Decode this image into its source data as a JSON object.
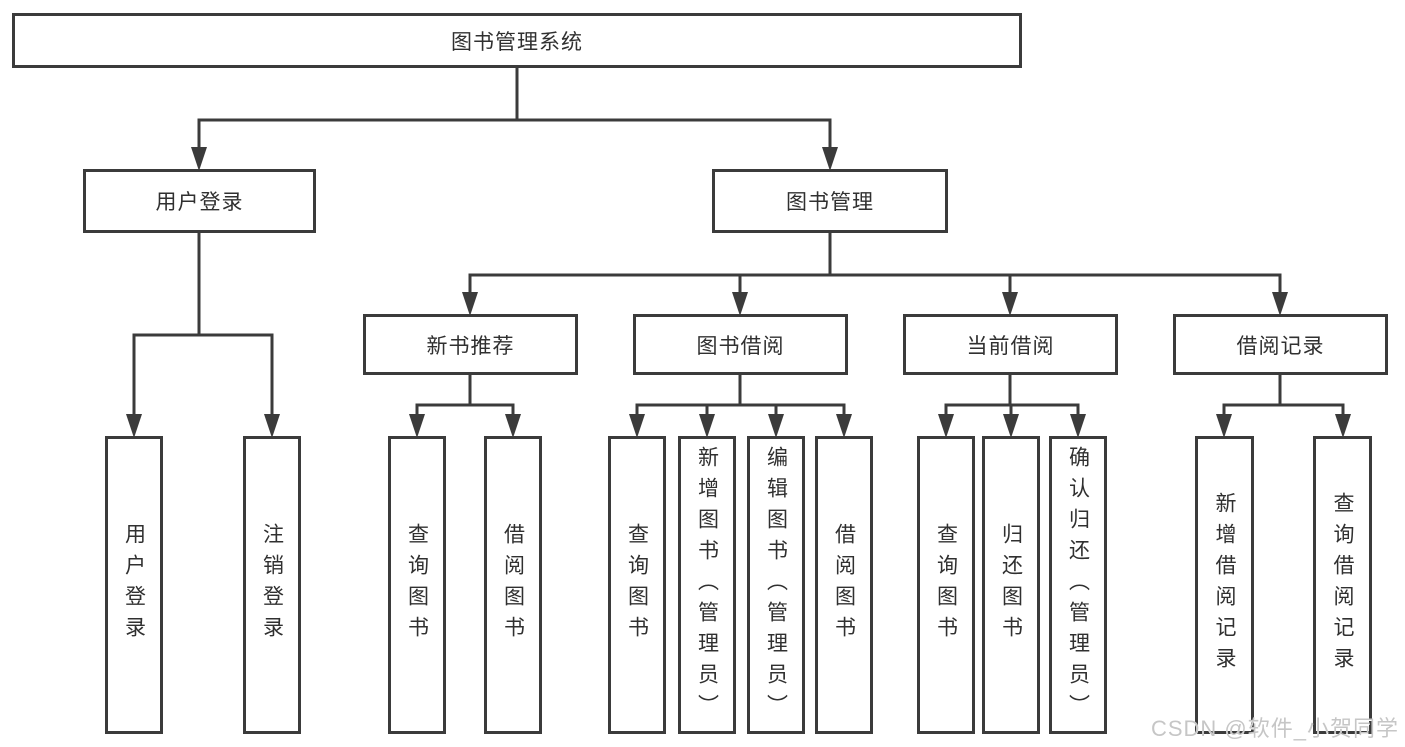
{
  "nodes": {
    "root": "图书管理系统",
    "level2": {
      "user_login": "用户登录",
      "book_management": "图书管理"
    },
    "level3": {
      "new_book_recommend": "新书推荐",
      "book_borrowing": "图书借阅",
      "current_borrowing": "当前借阅",
      "borrowing_records": "借阅记录"
    },
    "leaves": {
      "user_login": "用户登录",
      "logout": "注销登录",
      "recommend_query_books": "查询图书",
      "recommend_borrow_books": "借阅图书",
      "borrowing_query_books": "查询图书",
      "borrowing_add_books_admin": "新增图书（管理员）",
      "borrowing_edit_books_admin": "编辑图书（管理员）",
      "borrowing_borrow_books": "借阅图书",
      "current_query_books": "查询图书",
      "current_return_books": "归还图书",
      "current_confirm_return_admin": "确认归还（管理员）",
      "records_add_record": "新增借阅记录",
      "records_query_record": "查询借阅记录"
    }
  },
  "watermark": "CSDN @软件_小贺同学",
  "colors": {
    "line": "#3b3b3b",
    "text": "#303030",
    "watermark": "#c6c6c6",
    "background": "#ffffff"
  }
}
